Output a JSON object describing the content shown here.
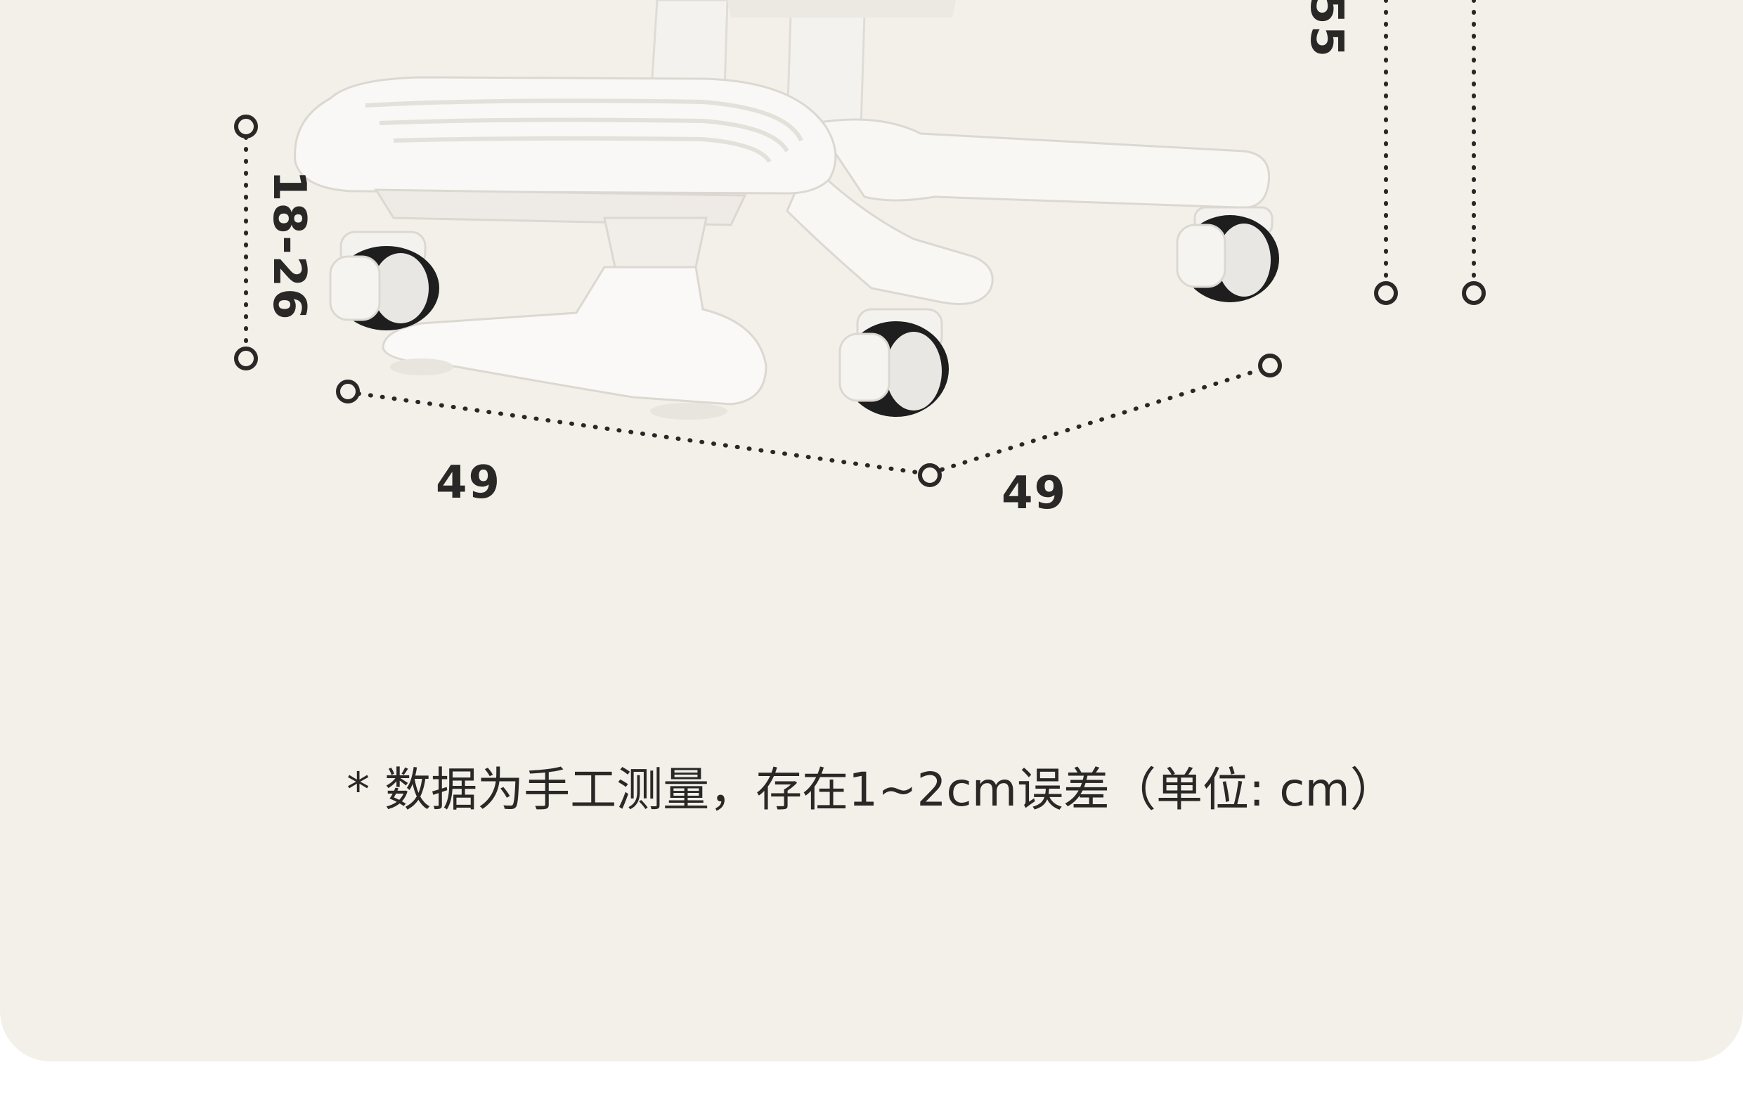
{
  "dimensions": {
    "footrest_height": "18-26",
    "seat_height_partial": "55",
    "base_width_left": "49",
    "base_width_right": "49"
  },
  "note": "* 数据为手工测量，存在1~2cm误差（单位: cm）",
  "colors": {
    "background": "#f3efe9",
    "text": "#2a2826",
    "chair": "#f7f5f2",
    "wheel": "#1f1f1f"
  }
}
